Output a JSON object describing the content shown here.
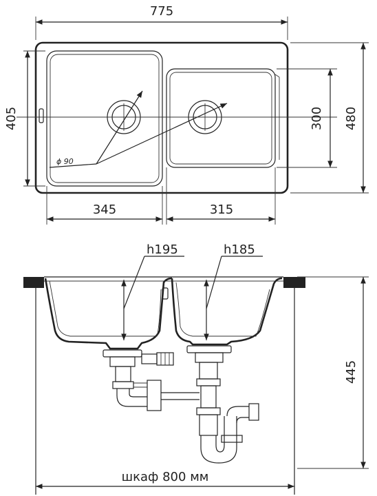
{
  "top_view": {
    "overall_width": "775",
    "overall_depth": "480",
    "left_bowl_depth": "405",
    "right_bowl_depth": "300",
    "left_bowl_width": "345",
    "right_bowl_width": "315",
    "drain_diameter": "ϕ 90"
  },
  "side_view": {
    "left_bowl_height": "h195",
    "right_bowl_height": "h185",
    "cabinet_height": "445",
    "cabinet_width": "шкаф 800 мм"
  },
  "colors": {
    "line": "#222222",
    "background": "#ffffff"
  }
}
